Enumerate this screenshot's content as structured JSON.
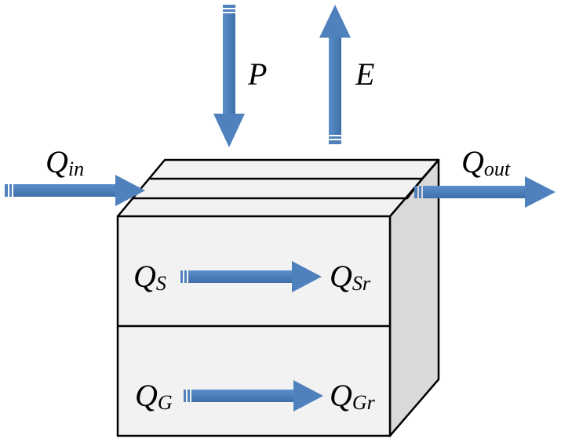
{
  "diagram": {
    "labels": {
      "precipitation": "P",
      "evaporation": "E",
      "inflow": {
        "main": "Q",
        "sub": "in"
      },
      "outflow": {
        "main": "Q",
        "sub": "out"
      },
      "surface_storage": {
        "main": "Q",
        "sub": "S"
      },
      "surface_release": {
        "main": "Q",
        "sub": "Sr"
      },
      "groundwater_storage": {
        "main": "Q",
        "sub": "G"
      },
      "groundwater_release": {
        "main": "Q",
        "sub": "Gr"
      }
    },
    "colors": {
      "arrow": "#4f81bd",
      "box_front": "#f2f2f2",
      "box_side": "#d9d9d9",
      "box_top": "#f2f2f2",
      "outline": "#000000"
    },
    "icons": {
      "flow_arrow": "arrow-icon"
    }
  }
}
